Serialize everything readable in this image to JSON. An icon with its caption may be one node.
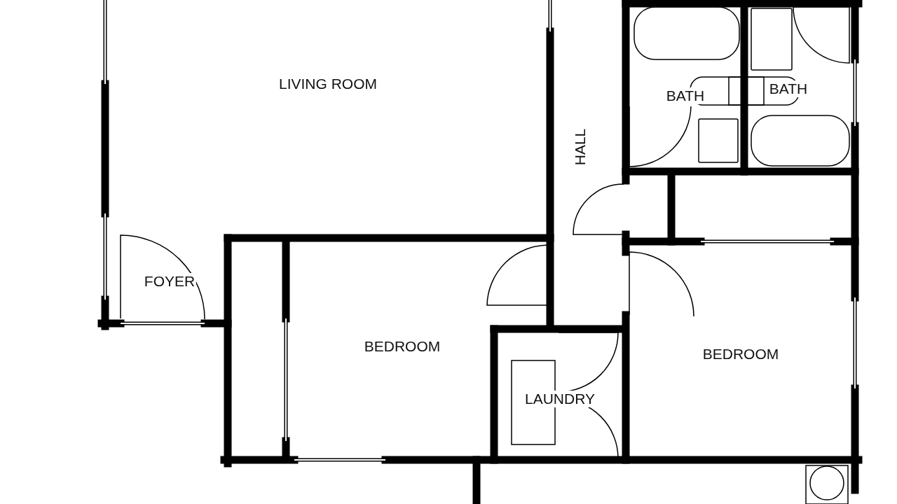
{
  "diagram": {
    "labels": [
      "LIVING ROOM",
      "BATH",
      "BATH",
      "HALL",
      "FOYER",
      "BEDROOM",
      "LAUNDRY",
      "BEDROOM"
    ]
  }
}
